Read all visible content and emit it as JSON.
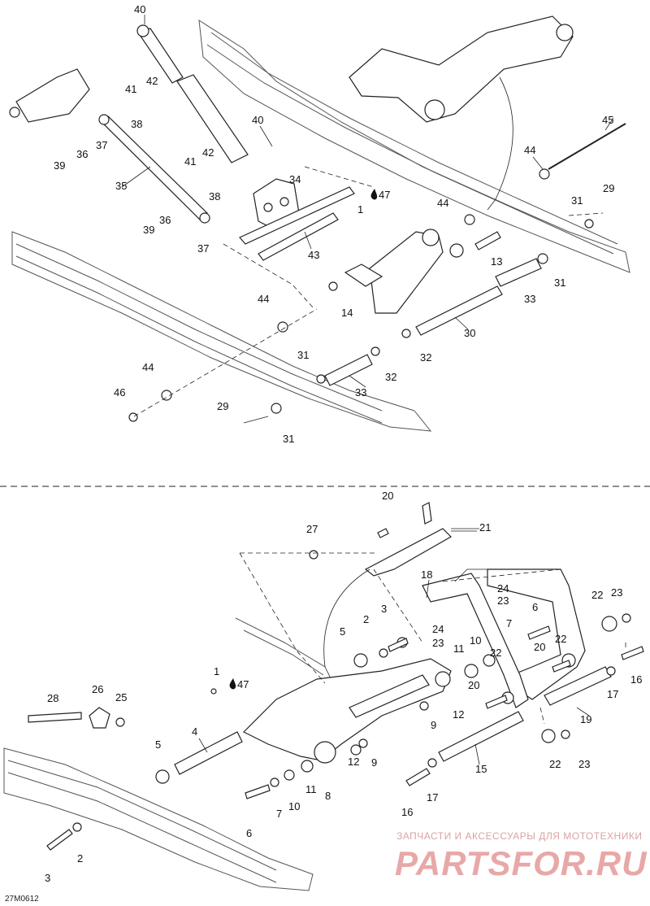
{
  "diagram_code": "27M0612",
  "watermark": {
    "tagline": "ЗАПЧАСТИ И АКСЕССУАРЫ ДЛЯ МОТОТЕХНИКИ",
    "logo": "PARTSFOR.RU"
  },
  "callouts": {
    "c1a": "1",
    "c47a": "47",
    "c13": "13",
    "c14": "14",
    "c29a": "29",
    "c29b": "29",
    "c30": "30",
    "c31a": "31",
    "c31b": "31",
    "c31c": "31",
    "c31d": "31",
    "c32a": "32",
    "c32b": "32",
    "c33a": "33",
    "c33b": "33",
    "c34": "34",
    "c35": "35",
    "c36a": "36",
    "c36b": "36",
    "c37a": "37",
    "c37b": "37",
    "c38a": "38",
    "c38b": "38",
    "c39a": "39",
    "c39b": "39",
    "c40a": "40",
    "c40b": "40",
    "c41a": "41",
    "c41b": "41",
    "c42a": "42",
    "c42b": "42",
    "c43": "43",
    "c44a": "44",
    "c44b": "44",
    "c44c": "44",
    "c44d": "44",
    "c45": "45",
    "c46": "46",
    "c20a": "20",
    "c21": "21",
    "c27": "27",
    "c18": "18",
    "c24a": "24",
    "c23a": "23",
    "c22a": "22",
    "c23b": "23",
    "c2a": "2",
    "c3a": "3",
    "c24b": "24",
    "c23c": "23",
    "c6a": "6",
    "c5a": "5",
    "c10a": "10",
    "c7a": "7",
    "c20b": "20",
    "c22b": "22",
    "c11a": "11",
    "c22c": "22",
    "c16a": "16",
    "c1b": "1",
    "c47b": "47",
    "c20c": "20",
    "c17a": "17",
    "c28": "28",
    "c26": "26",
    "c25": "25",
    "c12a": "12",
    "c9a": "9",
    "c19": "19",
    "c4": "4",
    "c5b": "5",
    "c12b": "12",
    "c9b": "9",
    "c22d": "22",
    "c23d": "23",
    "c15": "15",
    "c11b": "11",
    "c10b": "10",
    "c8": "8",
    "c7b": "7",
    "c17b": "17",
    "c6b": "6",
    "c16b": "16",
    "c2b": "2",
    "c3b": "3"
  }
}
